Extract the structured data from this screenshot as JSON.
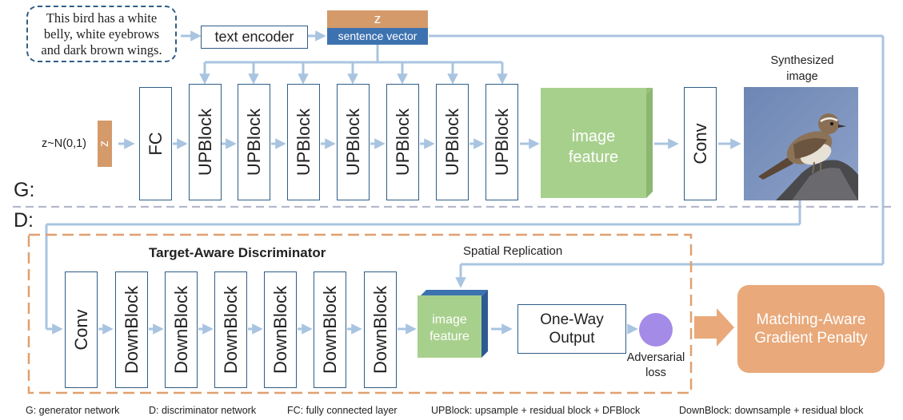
{
  "text_prompt": [
    "This bird has a white",
    "belly, white eyebrows",
    "and dark brown wings."
  ],
  "text_encoder": "text encoder",
  "z_top": "z",
  "sentence_vector": "sentence vector",
  "noise_label": "z~N(0,1)",
  "z_noise": "z",
  "fc": "FC",
  "upblock": "UPBlock",
  "image_feature_g": [
    "image",
    "feature"
  ],
  "conv_g": "Conv",
  "synth_label": [
    "Synthesized",
    "image"
  ],
  "g_label": "G:",
  "d_label": "D:",
  "disc_title": "Target-Aware Discriminator",
  "conv_d": "Conv",
  "downblock": "DownBlock",
  "spatial_replication": "Spatial Replication",
  "image_feature_d": [
    "image",
    "feature"
  ],
  "one_way": [
    "One-Way",
    "Output"
  ],
  "adversarial": [
    "Adversarial",
    "loss"
  ],
  "matching": [
    "Matching-Aware",
    "Gradient Penalty"
  ],
  "legend": {
    "g": [
      "G:",
      " generator network"
    ],
    "d": [
      "D:",
      " discriminator network"
    ],
    "fc": [
      "FC:",
      " fully connected layer"
    ],
    "up": [
      "UPBlock:",
      " upsample + residual block + DFBlock"
    ],
    "down": [
      "DownBlock:",
      " downsample + residual block"
    ]
  },
  "colors": {
    "box_border": "#2f5d87",
    "arrow": "#a9c4e0",
    "z_orange": "#d49a6a",
    "sentence_blue": "#3d72b0",
    "feature_green": "#a8d08d",
    "disc_dashed": "#e0a070",
    "matching_bg": "#e9a97a",
    "loss_circle": "#a48be8"
  }
}
